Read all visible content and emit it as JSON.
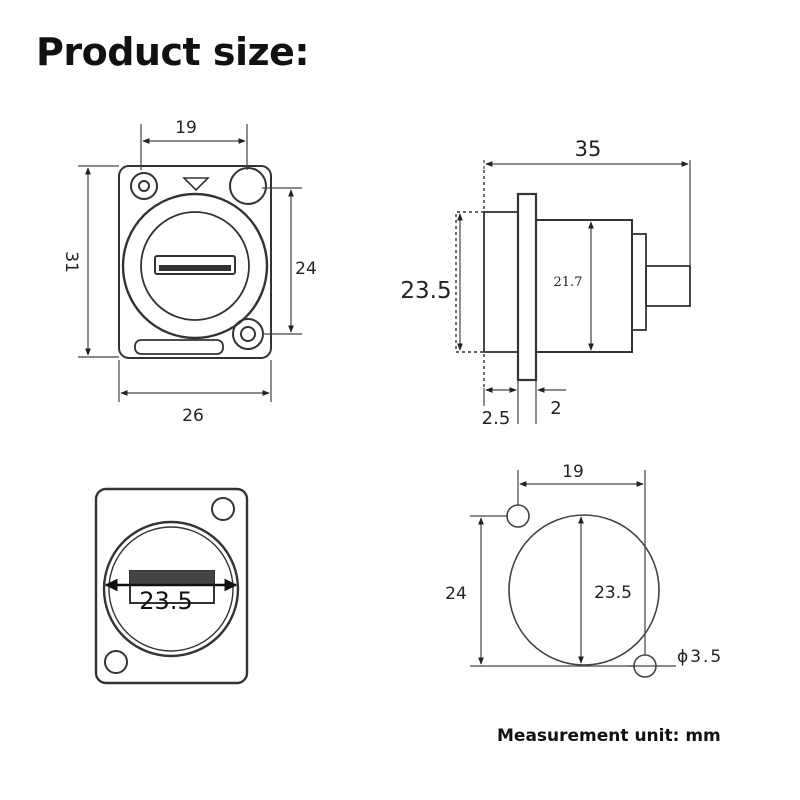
{
  "title": "Product size:",
  "unit_note": "Measurement unit: mm",
  "front_view": {
    "width_top": "19",
    "height_left": "31",
    "height_right": "24",
    "width_bottom": "26"
  },
  "side_view": {
    "length": "35",
    "outer_diameter": "23.5",
    "inner_diameter": "21.7",
    "offset_left": "2.5",
    "offset_right": "2"
  },
  "face_view": {
    "diameter": "23.5"
  },
  "back_view": {
    "width_top": "19",
    "height_left": "24",
    "diameter": "23.5",
    "hole": "ϕ3.5"
  }
}
